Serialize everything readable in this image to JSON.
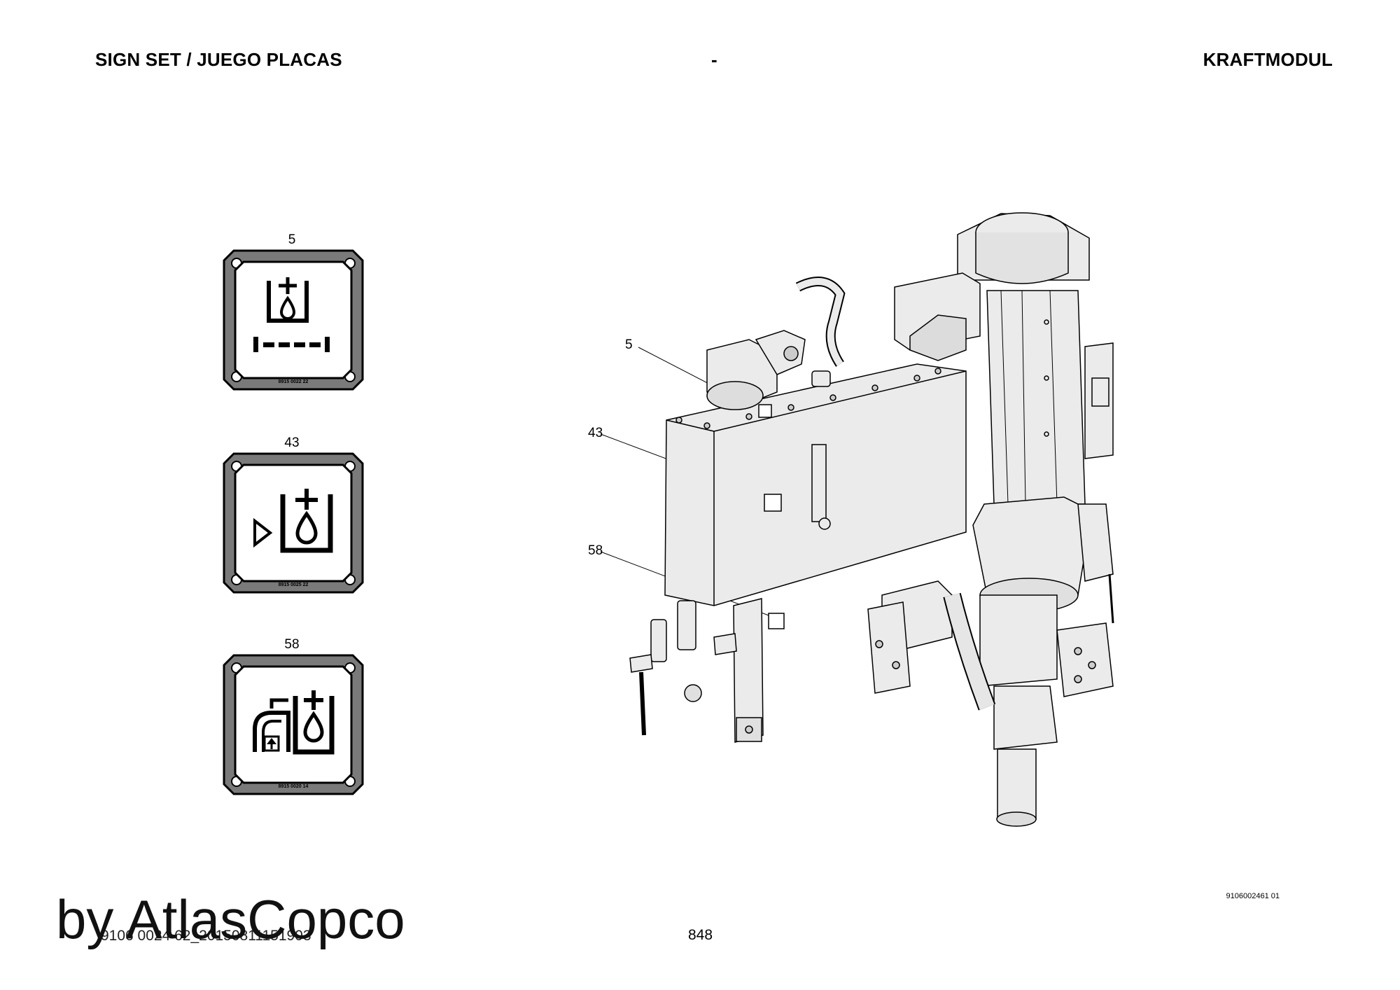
{
  "header": {
    "left": "SIGN SET / JUEGO PLACAS",
    "center": "-",
    "right": "KRAFTMODUL"
  },
  "signs": [
    {
      "number": "5",
      "code": "8915 0022 22",
      "icon": "oil-tank-level-icon"
    },
    {
      "number": "43",
      "code": "8915 0025 22",
      "icon": "oil-fill-icon"
    },
    {
      "number": "58",
      "code": "8915 0020 14",
      "icon": "oil-drain-icon"
    }
  ],
  "drawing": {
    "callouts": [
      "5",
      "43",
      "58"
    ],
    "reference_code": "9106002461 01"
  },
  "footer": {
    "doc_id": "9106 0024 62_20150811151903",
    "page": "848",
    "brand": "by AtlasCopco"
  }
}
